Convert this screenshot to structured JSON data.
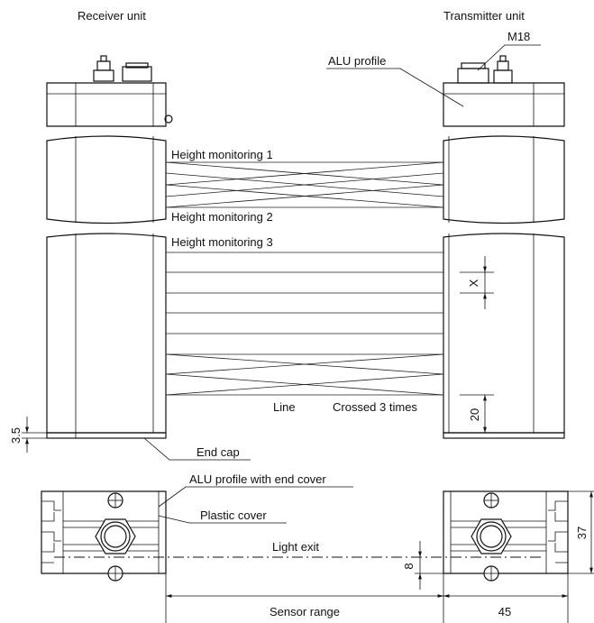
{
  "title_left": "Receiver unit",
  "title_right": "Transmitter unit",
  "labels": {
    "m18": "M18",
    "alu_profile": "ALU profile",
    "height_1": "Height monitoring 1",
    "height_2": "Height monitoring 2",
    "height_3": "Height monitoring 3",
    "line": "Line",
    "crossed": "Crossed 3 times",
    "end_cap": "End cap",
    "alu_end_cover": "ALU profile with end cover",
    "plastic_cover": "Plastic cover",
    "light_exit": "Light exit",
    "sensor_range": "Sensor range"
  },
  "dimensions": {
    "x": "X",
    "d20": "20",
    "d3_5": "3.5",
    "d37": "37",
    "d8": "8",
    "d45": "45"
  }
}
